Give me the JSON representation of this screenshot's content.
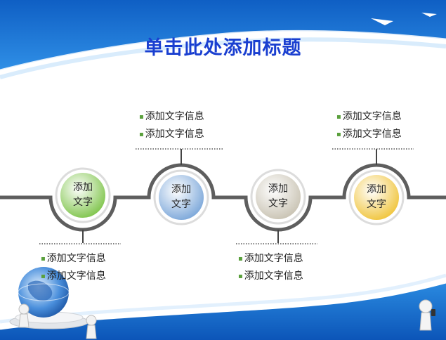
{
  "slide": {
    "title": "单击此处添加标题",
    "steps": [
      {
        "label_line1": "添加",
        "label_line2": "文字",
        "color": "#7ec44a",
        "bullets": [
          "添加文字信息",
          "添加文字信息"
        ]
      },
      {
        "label_line1": "添加",
        "label_line2": "文字",
        "color": "#7aa6d9",
        "bullets": [
          "添加文字信息",
          "添加文字信息"
        ]
      },
      {
        "label_line1": "添加",
        "label_line2": "文字",
        "color": "#c8c2b2",
        "bullets": [
          "添加文字信息",
          "添加文字信息"
        ]
      },
      {
        "label_line1": "添加",
        "label_line2": "文字",
        "color": "#f0c43a",
        "bullets": [
          "添加文字信息",
          "添加文字信息"
        ]
      }
    ]
  },
  "colors": {
    "header_blue": "#1466c8",
    "title_blue": "#1a3fd0",
    "timeline_gray": "#5e5e5e"
  },
  "decorations": [
    "paper-plane-icon",
    "globe-icon",
    "figure-icon"
  ]
}
